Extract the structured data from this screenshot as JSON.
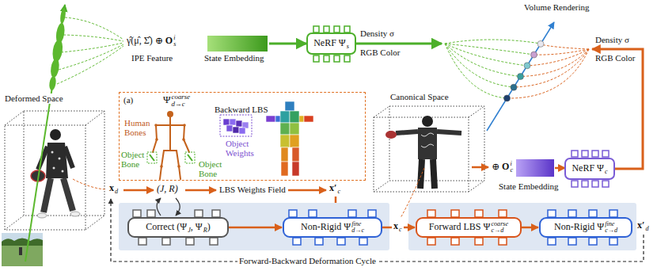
{
  "diagram": {
    "nodes": [
      {
        "text": [
          "NeRF Ψ",
          "s"
        ]
      },
      {
        "text": [
          "(a)",
          "Ψ",
          "coarse",
          "d→c",
          "Backward LBS",
          "Human Bones",
          "Object Bone",
          "Object Bone",
          "Object Weights"
        ]
      },
      {
        "text": [
          "NeRF Ψ",
          "c"
        ]
      },
      {
        "text": [
          "Correct (Ψ",
          "J",
          ", Ψ",
          "R",
          ")"
        ]
      },
      {
        "text": [
          "Non-Rigid Ψ",
          "fine",
          "d→c"
        ]
      },
      {
        "text": [
          "Forward LBS Ψ",
          "coarse",
          "c→d"
        ]
      },
      {
        "text": [
          "Non-Rigid Ψ",
          "fine",
          "c→d"
        ]
      }
    ],
    "edges": [
      {
        "from": 3,
        "to": 4,
        "arrow": "to"
      },
      {
        "from": 4,
        "to": 5,
        "arrow": "to"
      },
      {
        "from": 5,
        "to": 6,
        "arrow": "to"
      }
    ],
    "labels": [
      "Volume Rendering",
      "γ̂(μ̂, Σ̂)",
      "⊕",
      "O",
      "i",
      "s",
      "IPE Feature",
      "State Embedding",
      "Density σ",
      "RGB Color",
      "Deformed Space",
      "Canonical Space",
      "⊕",
      "O",
      "i",
      "c",
      "State Embedding",
      "Density σ",
      "RGB Color",
      "x",
      "d",
      "(J, R)",
      "LBS Weights Field",
      "x′",
      "c",
      "x",
      "c",
      "x′",
      "d",
      "Forward-Backward Deformation Cycle"
    ]
  }
}
